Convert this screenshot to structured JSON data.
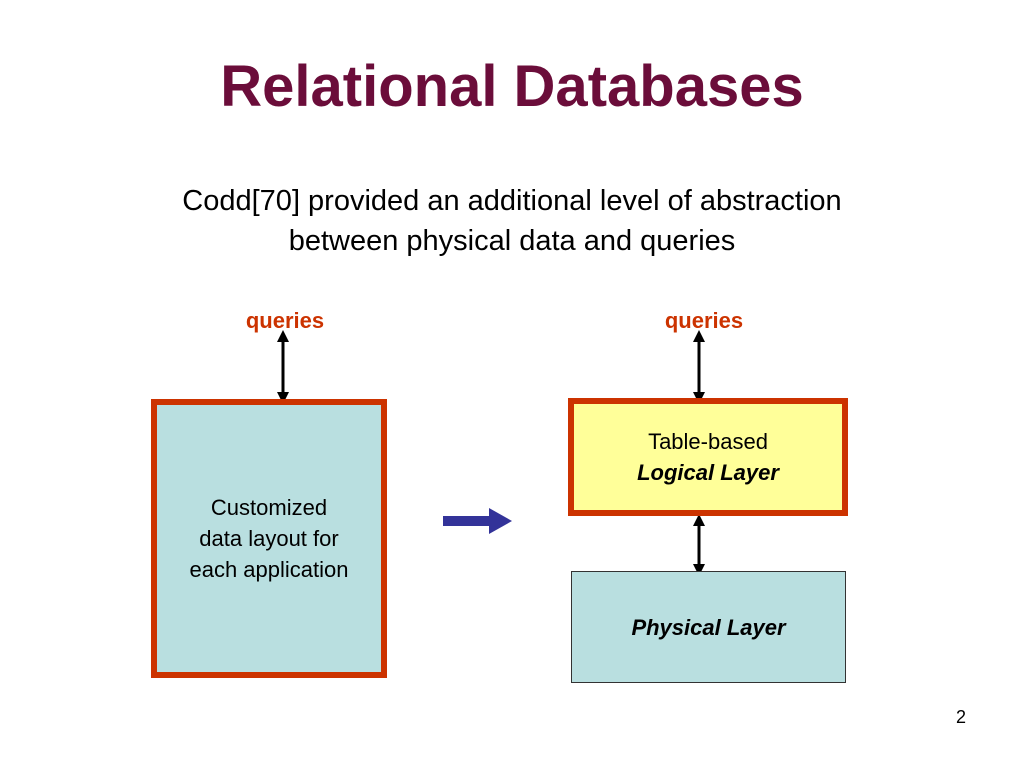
{
  "slide": {
    "title": "Relational Databases",
    "subtitle_line1": "Codd[70] provided an additional level of abstraction",
    "subtitle_line2": "between physical data and queries",
    "page_number": "2"
  },
  "left": {
    "queries_label": "queries",
    "box_line1": "Customized",
    "box_line2": "data layout for",
    "box_line3": "each application"
  },
  "right": {
    "queries_label": "queries",
    "logical_line1": "Table-based",
    "logical_line2": "Logical Layer",
    "physical_label": "Physical Layer"
  },
  "colors": {
    "title": "#6b0d3a",
    "queries": "#cc3300",
    "box_border": "#cc3300",
    "teal_fill": "#b9dfe0",
    "yellow_fill": "#ffff99",
    "transform_arrow": "#333399"
  }
}
